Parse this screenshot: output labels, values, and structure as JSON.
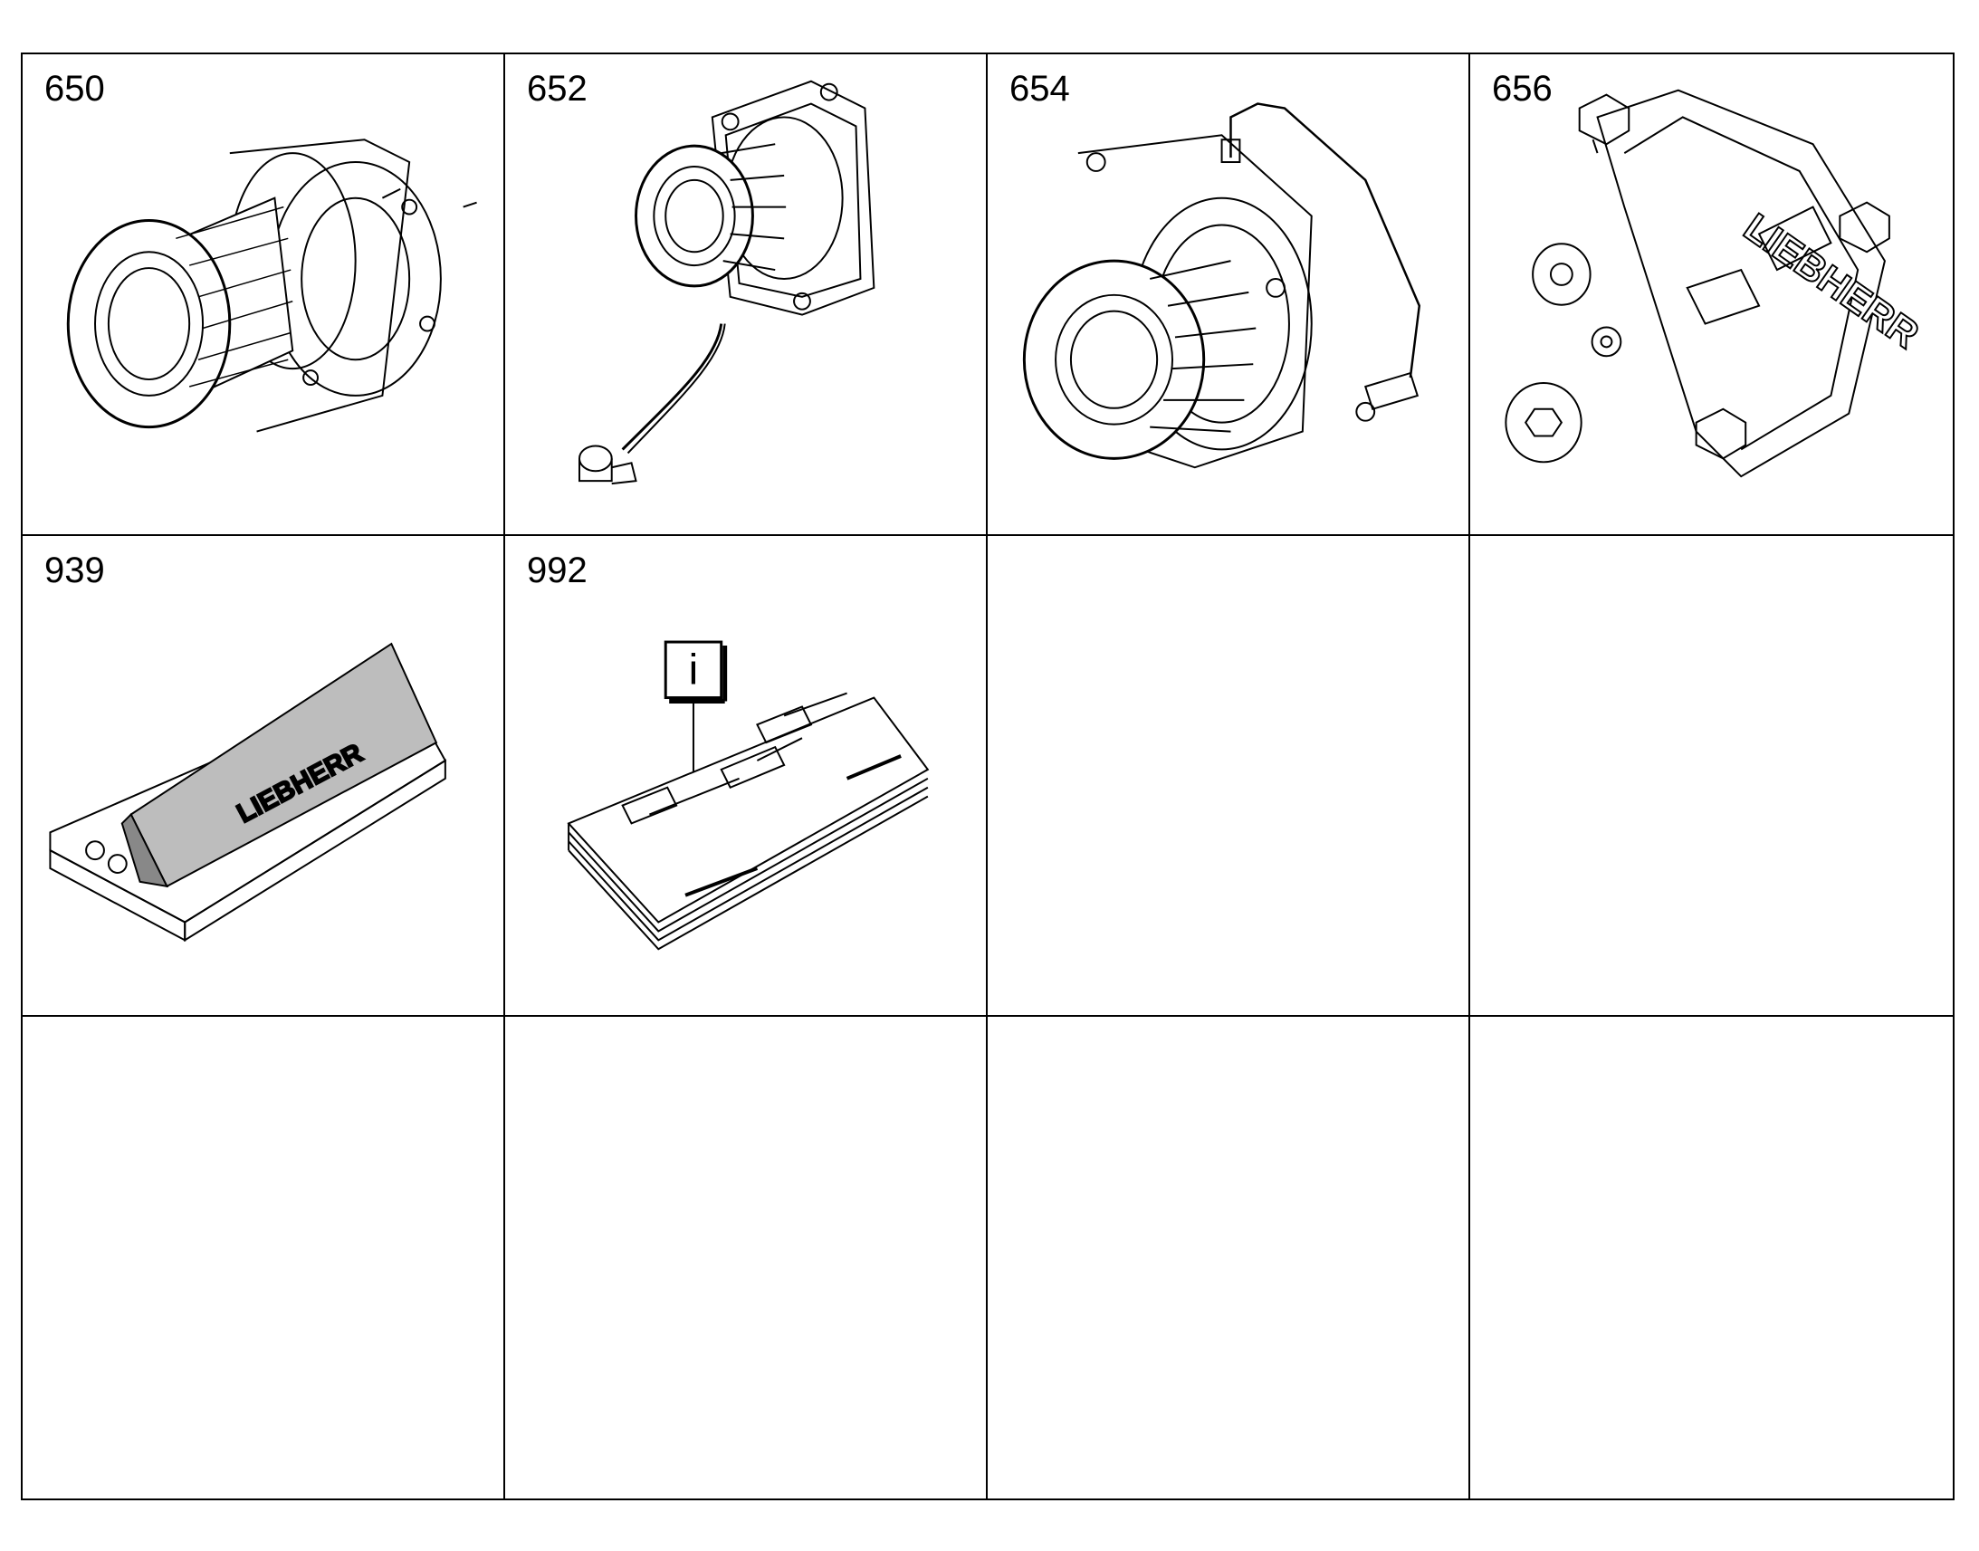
{
  "cells": [
    {
      "number": "650",
      "icon": "hub-gear-assembly-icon"
    },
    {
      "number": "652",
      "icon": "pump-with-sensor-cable-icon"
    },
    {
      "number": "654",
      "icon": "pump-with-pipe-icon"
    },
    {
      "number": "656",
      "icon": "cover-plate-with-plugs-icon",
      "brand": "LIEBHERR"
    },
    {
      "number": "939",
      "icon": "spare-parts-box-icon",
      "brand": "LIEBHERR"
    },
    {
      "number": "992",
      "icon": "info-document-icon",
      "info_glyph": "i"
    }
  ]
}
